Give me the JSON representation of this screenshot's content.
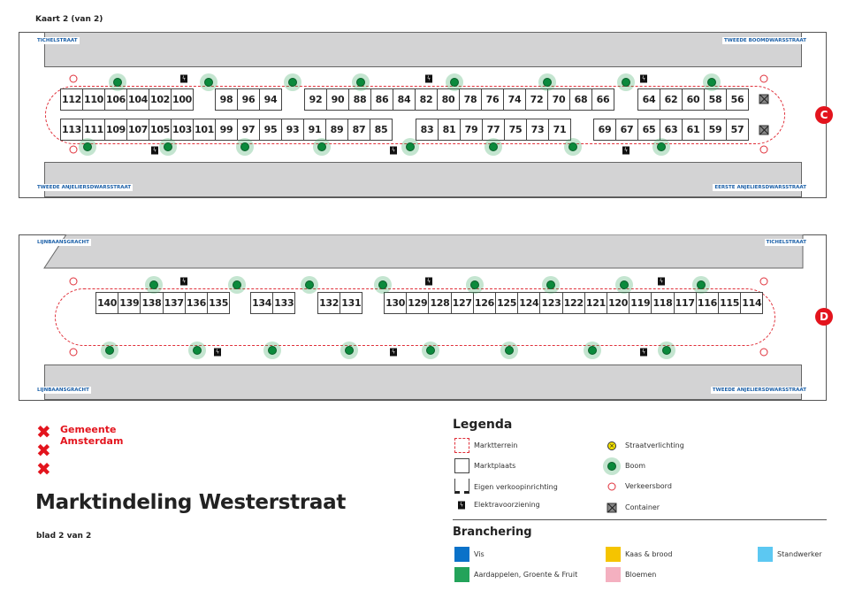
{
  "page_header": "Kaart 2 (van 2)",
  "map_c": {
    "badge": "C",
    "streets": {
      "top_left": "TICHELSTRAAT",
      "top_right": "TWEEDE BOOMDWARSSTRAAT",
      "bottom_left": "TWEEDE ANJELIERSDWARSSTRAAT",
      "bottom_right": "EERSTE ANJELIERSDWARSSTRAAT"
    },
    "top_row": [
      [
        "112",
        "110",
        "106",
        "104",
        "102",
        "100"
      ],
      [
        "98",
        "96",
        "94"
      ],
      [
        "92",
        "90",
        "88",
        "86",
        "84",
        "82",
        "80",
        "78",
        "76",
        "74",
        "72",
        "70",
        "68",
        "66"
      ],
      [
        "64",
        "62",
        "60",
        "58",
        "56"
      ]
    ],
    "bottom_row": [
      [
        "113",
        "111",
        "109",
        "107",
        "105",
        "103",
        "101",
        "99",
        "97",
        "95",
        "93",
        "91",
        "89",
        "87",
        "85"
      ],
      [
        "83",
        "81",
        "79",
        "77",
        "75",
        "73",
        "71"
      ],
      [
        "69",
        "67",
        "65",
        "63",
        "61",
        "59",
        "57"
      ]
    ]
  },
  "map_d": {
    "badge": "D",
    "streets": {
      "top_left": "LIJNBAANSGRACHT",
      "top_right": "TICHELSTRAAT",
      "bottom_left": "LIJNBAANSGRACHT",
      "bottom_right": "TWEEDE ANJELIERSDWARSSTRAAT"
    },
    "row": [
      [
        "140",
        "139",
        "138",
        "137",
        "136",
        "135"
      ],
      [
        "134",
        "133"
      ],
      [
        "132",
        "131"
      ],
      [
        "130",
        "129",
        "128",
        "127",
        "126",
        "125",
        "124",
        "123",
        "122",
        "121",
        "120",
        "119",
        "118",
        "117",
        "116",
        "115",
        "114"
      ]
    ]
  },
  "logo": {
    "line1": "Gemeente",
    "line2": "Amsterdam"
  },
  "title": "Marktindeling Westerstraat",
  "subtitle": "blad 2 van 2",
  "legend": {
    "title": "Legenda",
    "items": {
      "market_area": "Marktterrein",
      "stall": "Marktplaats",
      "own_stall": "Eigen verkoopinrichting",
      "electricity": "Elektravoorziening",
      "street_light": "Straatverlichting",
      "tree": "Boom",
      "traffic_sign": "Verkeersbord",
      "container": "Container"
    }
  },
  "branches": {
    "title": "Branchering",
    "items": [
      {
        "label": "Vis",
        "color": "#0a72c9"
      },
      {
        "label": "Kaas & brood",
        "color": "#f5c400"
      },
      {
        "label": "Standwerker",
        "color": "#5cc8f2"
      },
      {
        "label": "Aardappelen, Groente & Fruit",
        "color": "#23a35a"
      },
      {
        "label": "Bloemen",
        "color": "#f4b0c0"
      }
    ]
  }
}
